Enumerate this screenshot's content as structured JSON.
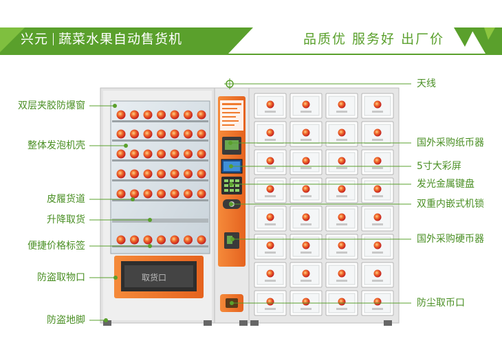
{
  "header": {
    "brand": "兴元",
    "title": "蔬菜水果自动售货机",
    "slogan": "品质优 服务好 出厂价"
  },
  "colors": {
    "accent": "#5aa02c",
    "panel": "#f07a2c",
    "cabinet": "#e6e6e6"
  },
  "labels_left": [
    "双层夹胶防爆窗",
    "整体发泡机壳",
    "皮履货道",
    "升降取货",
    "便捷价格标签",
    "防盗取物口",
    "防盗地脚"
  ],
  "labels_right": [
    "天线",
    "国外采购纸币器",
    "5寸大彩屏",
    "发光金属键盘",
    "双重内嵌式机锁",
    "国外采购硬币器",
    "防尘取币口"
  ],
  "pickup_label": "取货口"
}
